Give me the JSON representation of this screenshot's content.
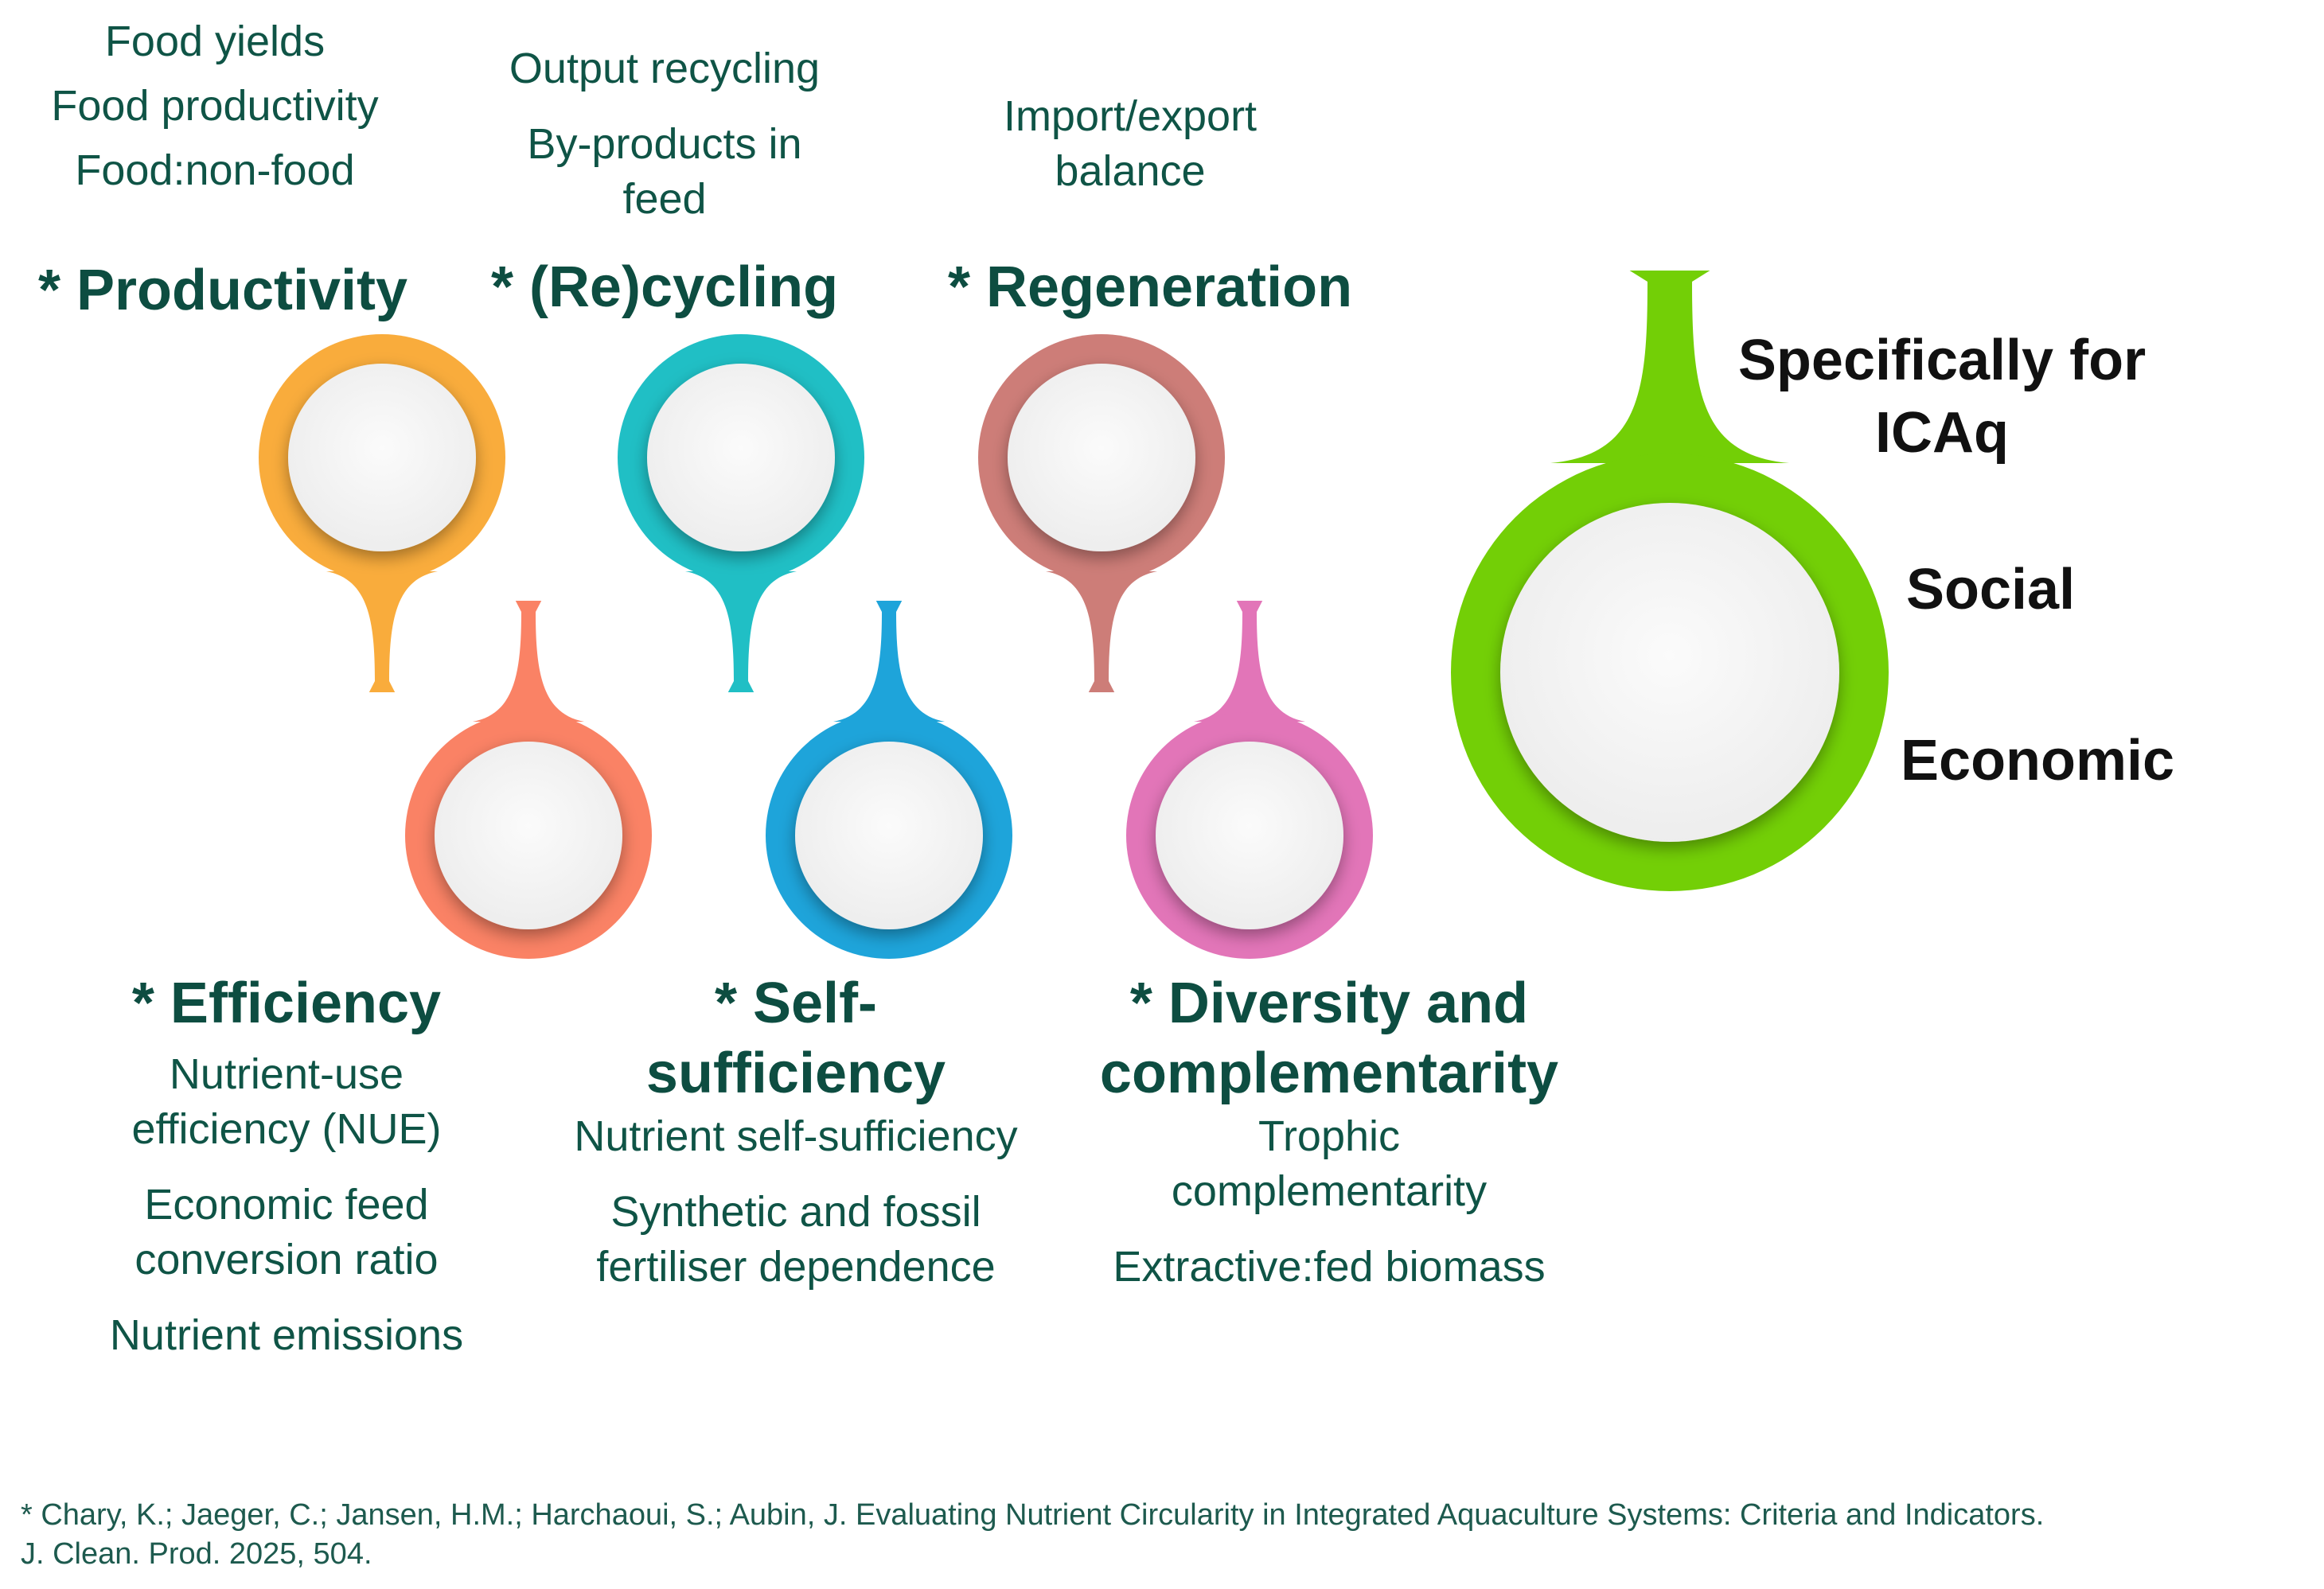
{
  "criteria": [
    {
      "id": "productivity",
      "title": "* Productivity",
      "color": "#f9ac3c",
      "indicators": [
        [
          "Food yields"
        ],
        [
          "Food productivity"
        ],
        [
          "Food:non-food"
        ]
      ]
    },
    {
      "id": "recycling",
      "title": "* (Re)cycling",
      "color": "#20bfc5",
      "indicators": [
        [
          "Output recycling"
        ],
        [
          "By-products in",
          "feed"
        ]
      ]
    },
    {
      "id": "regeneration",
      "title": "* Regeneration",
      "color": "#cd7d78",
      "indicators": [
        [
          "Import/export",
          "balance"
        ]
      ]
    },
    {
      "id": "efficiency",
      "title": "* Efficiency",
      "color": "#fa8265",
      "indicators": [
        [
          "Nutrient-use",
          "efficiency (NUE)"
        ],
        [
          "Economic feed",
          "conversion ratio"
        ],
        [
          "Nutrient emissions"
        ]
      ]
    },
    {
      "id": "self-sufficiency",
      "title": [
        "* Self-",
        "sufficiency"
      ],
      "color": "#1ea4da",
      "indicators": [
        [
          "Nutrient self-sufficiency"
        ],
        [
          "Synthetic and fossil",
          "fertiliser dependence"
        ]
      ]
    },
    {
      "id": "diversity",
      "title": [
        "* Diversity and",
        "complementarity"
      ],
      "color": "#e275b8",
      "indicators": [
        [
          "Trophic",
          "complementarity"
        ],
        [
          "Extractive:fed biomass"
        ]
      ]
    }
  ],
  "icaq": {
    "title": [
      "Specifically for",
      "ICAq"
    ],
    "items": [
      "Social",
      "Economic"
    ],
    "color": "#73cf06"
  },
  "footnote": [
    "* Chary, K.; Jaeger, C.; Jansen, H.M.; Harchaoui, S.; Aubin, J. Evaluating Nutrient Circularity in Integrated Aquaculture Systems: Criteria and Indicators.",
    "J. Clean. Prod. 2025, 504."
  ]
}
